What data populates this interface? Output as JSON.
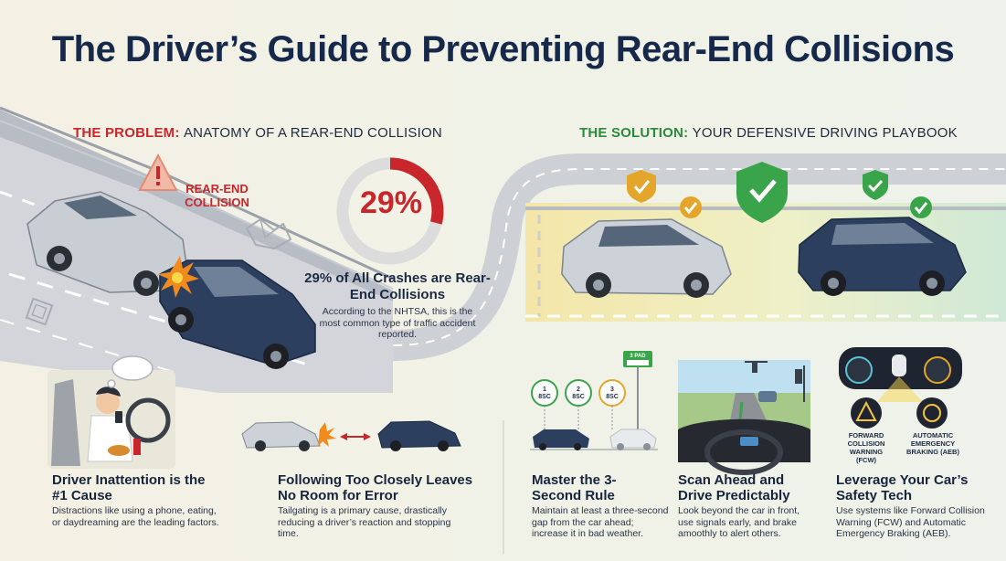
{
  "title": "The Driver’s Guide to Preventing Rear-End Collisions",
  "problem": {
    "heading_highlight": "THE PROBLEM:",
    "heading_rest": "ANATOMY OF A REAR-END COLLISION",
    "collision_label": "REAR-END COLLISION",
    "stat": {
      "percent_text": "29%",
      "percent_value": 29,
      "title": "29% of All Crashes are Rear-End Collisions",
      "body": "According to the NHTSA, this is the most common type of traffic accident reported."
    },
    "cards": [
      {
        "title": "Driver Inattention is the #1 Cause",
        "body": "Distractions like using a phone, eating, or daydreaming are the leading factors."
      },
      {
        "title": "Following Too Closely Leaves No Room for Error",
        "body": "Tailgating is a primary cause, drastically reducing a driver’s reaction and stopping time."
      }
    ]
  },
  "solution": {
    "heading_highlight": "THE SOLUTION:",
    "heading_rest": "YOUR DEFENSIVE DRIVING PLAYBOOK",
    "three_second": {
      "sign": "3 PAD",
      "circles": [
        {
          "num": "1",
          "unit": "8SC"
        },
        {
          "num": "2",
          "unit": "8SC"
        },
        {
          "num": "3",
          "unit": "8SC"
        }
      ]
    },
    "tech_labels": {
      "fcw": "FORWARD COLLISION WARNING (FCW)",
      "aeb": "AUTOMATIC EMERGENCY BRAKING (AEB)"
    },
    "cards": [
      {
        "title": "Master the 3-Second Rule",
        "body": "Maintain at least a three-second gap from the car ahead; increase it in bad weather."
      },
      {
        "title": "Scan Ahead and Drive Predictably",
        "body": "Look beyond the car in front, use signals early, and brake amoothly to alert others."
      },
      {
        "title": "Leverage Your Car’s Safety Tech",
        "body": "Use systems like Forward Collision Warning (FCW) and Automatic Emergency Braking (AEB)."
      }
    ]
  },
  "colors": {
    "problem_accent": "#c8262a",
    "solution_accent": "#2a8a3a",
    "navy": "#16294a",
    "car_silver": "#c9ced4",
    "car_navy": "#2c3f5e",
    "shield_gold": "#e0a52a",
    "shield_green": "#3aa44a"
  },
  "icons": [
    "warning-triangle-icon",
    "crash-burst-icon",
    "check-shield-icon",
    "check-badge-icon",
    "thought-bubble-icon",
    "phone-icon",
    "steering-wheel-icon",
    "traffic-light-icon",
    "dashboard-gauge-icon",
    "arrow-double-icon"
  ]
}
